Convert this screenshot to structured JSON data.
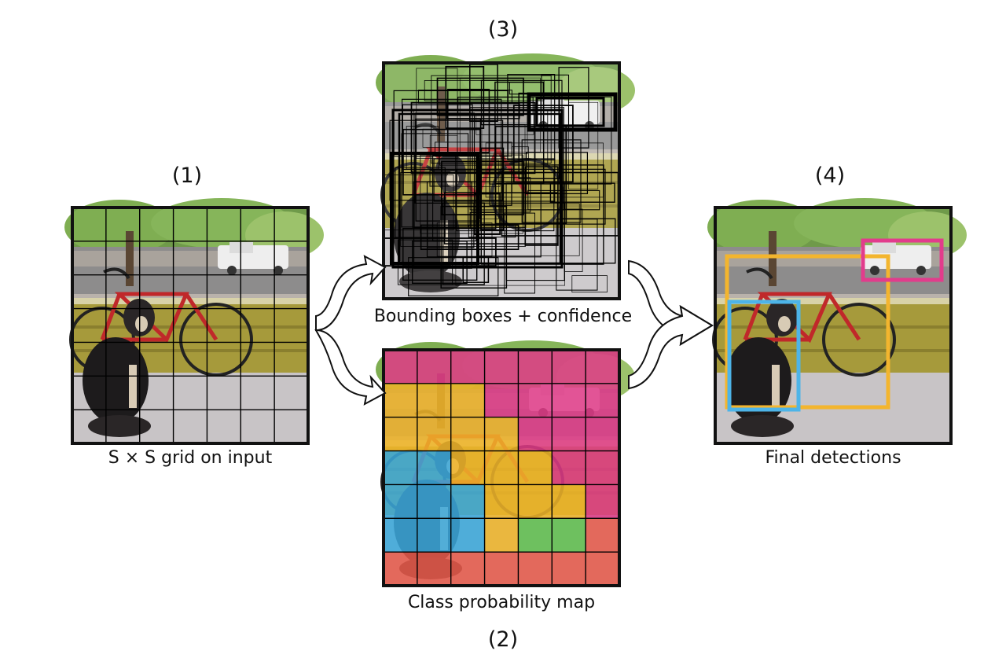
{
  "steps": {
    "input": {
      "number": "(1)",
      "caption": "S × S grid on input"
    },
    "class_map": {
      "number": "(2)",
      "caption": "Class probability map"
    },
    "boxes": {
      "number": "(3)",
      "caption": "Bounding boxes + confidence"
    },
    "final": {
      "number": "(4)",
      "caption": "Final detections"
    }
  },
  "grid_size": 7,
  "class_colors": {
    "dog": "#3ba9dc",
    "bicycle": "#f0b429",
    "car": "#e03a87",
    "dining_table": "#e85a4a",
    "other": "#5fbf4e"
  },
  "class_map_cells": [
    [
      "car",
      "car",
      "car",
      "car",
      "car",
      "car",
      "car"
    ],
    [
      "bicycle",
      "bicycle",
      "bicycle",
      "car",
      "car",
      "car",
      "car"
    ],
    [
      "bicycle",
      "bicycle",
      "bicycle",
      "bicycle",
      "car",
      "car",
      "car"
    ],
    [
      "dog",
      "dog",
      "bicycle",
      "bicycle",
      "bicycle",
      "car",
      "car"
    ],
    [
      "dog",
      "dog",
      "dog",
      "bicycle",
      "bicycle",
      "bicycle",
      "car"
    ],
    [
      "dog",
      "dog",
      "dog",
      "bicycle",
      "other",
      "other",
      "dining_table"
    ],
    [
      "dining_table",
      "dining_table",
      "dining_table",
      "dining_table",
      "dining_table",
      "dining_table",
      "dining_table"
    ]
  ],
  "final_detection_colors": [
    "#f3b52e",
    "#e23c8c",
    "#4db4e8"
  ]
}
